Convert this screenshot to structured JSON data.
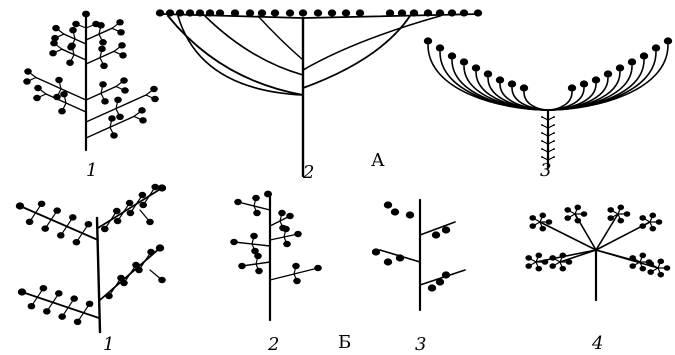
{
  "section_labels": {
    "a": "А",
    "b": "Б"
  },
  "figure_numbers": {
    "a1": "1",
    "a2": "2",
    "a3": "3",
    "b1": "1",
    "b2": "2",
    "b3": "3",
    "b4": "4"
  },
  "colors": {
    "ink": "#000000",
    "background": "#ffffff"
  }
}
